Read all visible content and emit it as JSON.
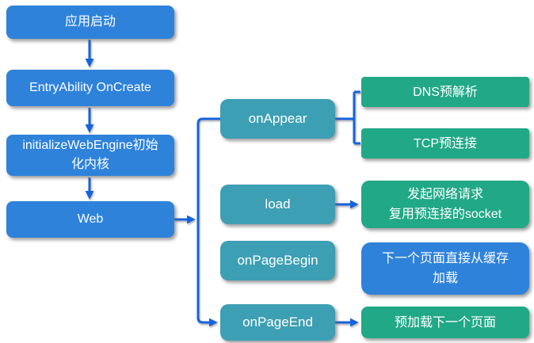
{
  "colors": {
    "process_blue": "#2E82DA",
    "event_teal": "#3D9FB3",
    "optimization_green": "#21A887",
    "connector_blue": "#1663DC"
  },
  "nodes": {
    "startup": [
      {
        "lines": [
          "应用启动"
        ]
      },
      {
        "lines": [
          "EntryAbility OnCreate"
        ]
      },
      {
        "lines": [
          "initializeWebEngine初始",
          "化内核"
        ]
      },
      {
        "lines": [
          "Web"
        ]
      }
    ],
    "web_events": [
      {
        "lines": [
          "onAppear"
        ]
      },
      {
        "lines": [
          "load"
        ]
      },
      {
        "lines": [
          "onPageBegin"
        ]
      },
      {
        "lines": [
          "onPageEnd"
        ]
      }
    ],
    "optimizations": [
      {
        "lines": [
          "DNS预解析"
        ]
      },
      {
        "lines": [
          "TCP预连接"
        ]
      },
      {
        "lines": [
          "发起网络请求",
          "复用预连接的socket"
        ]
      },
      {
        "lines": [
          "下一个页面直接从缓存",
          "加载"
        ]
      },
      {
        "lines": [
          "预加载下一个页面"
        ]
      }
    ]
  }
}
